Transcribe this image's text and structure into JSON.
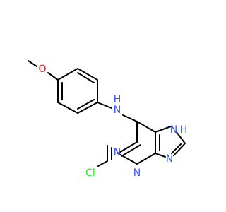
{
  "molecule": {
    "atoms": {
      "o_methoxy": "O",
      "n_amine": "N",
      "h_amine": "H",
      "n1": "N",
      "n3": "N",
      "n7": "N",
      "h7": "H",
      "n9": "N",
      "cl": "Cl"
    },
    "colors": {
      "bond": "#000000",
      "oxygen": "#ff0d0d",
      "nitrogen": "#3050f8",
      "chlorine": "#1ff01f",
      "background": "#ffffff"
    }
  }
}
